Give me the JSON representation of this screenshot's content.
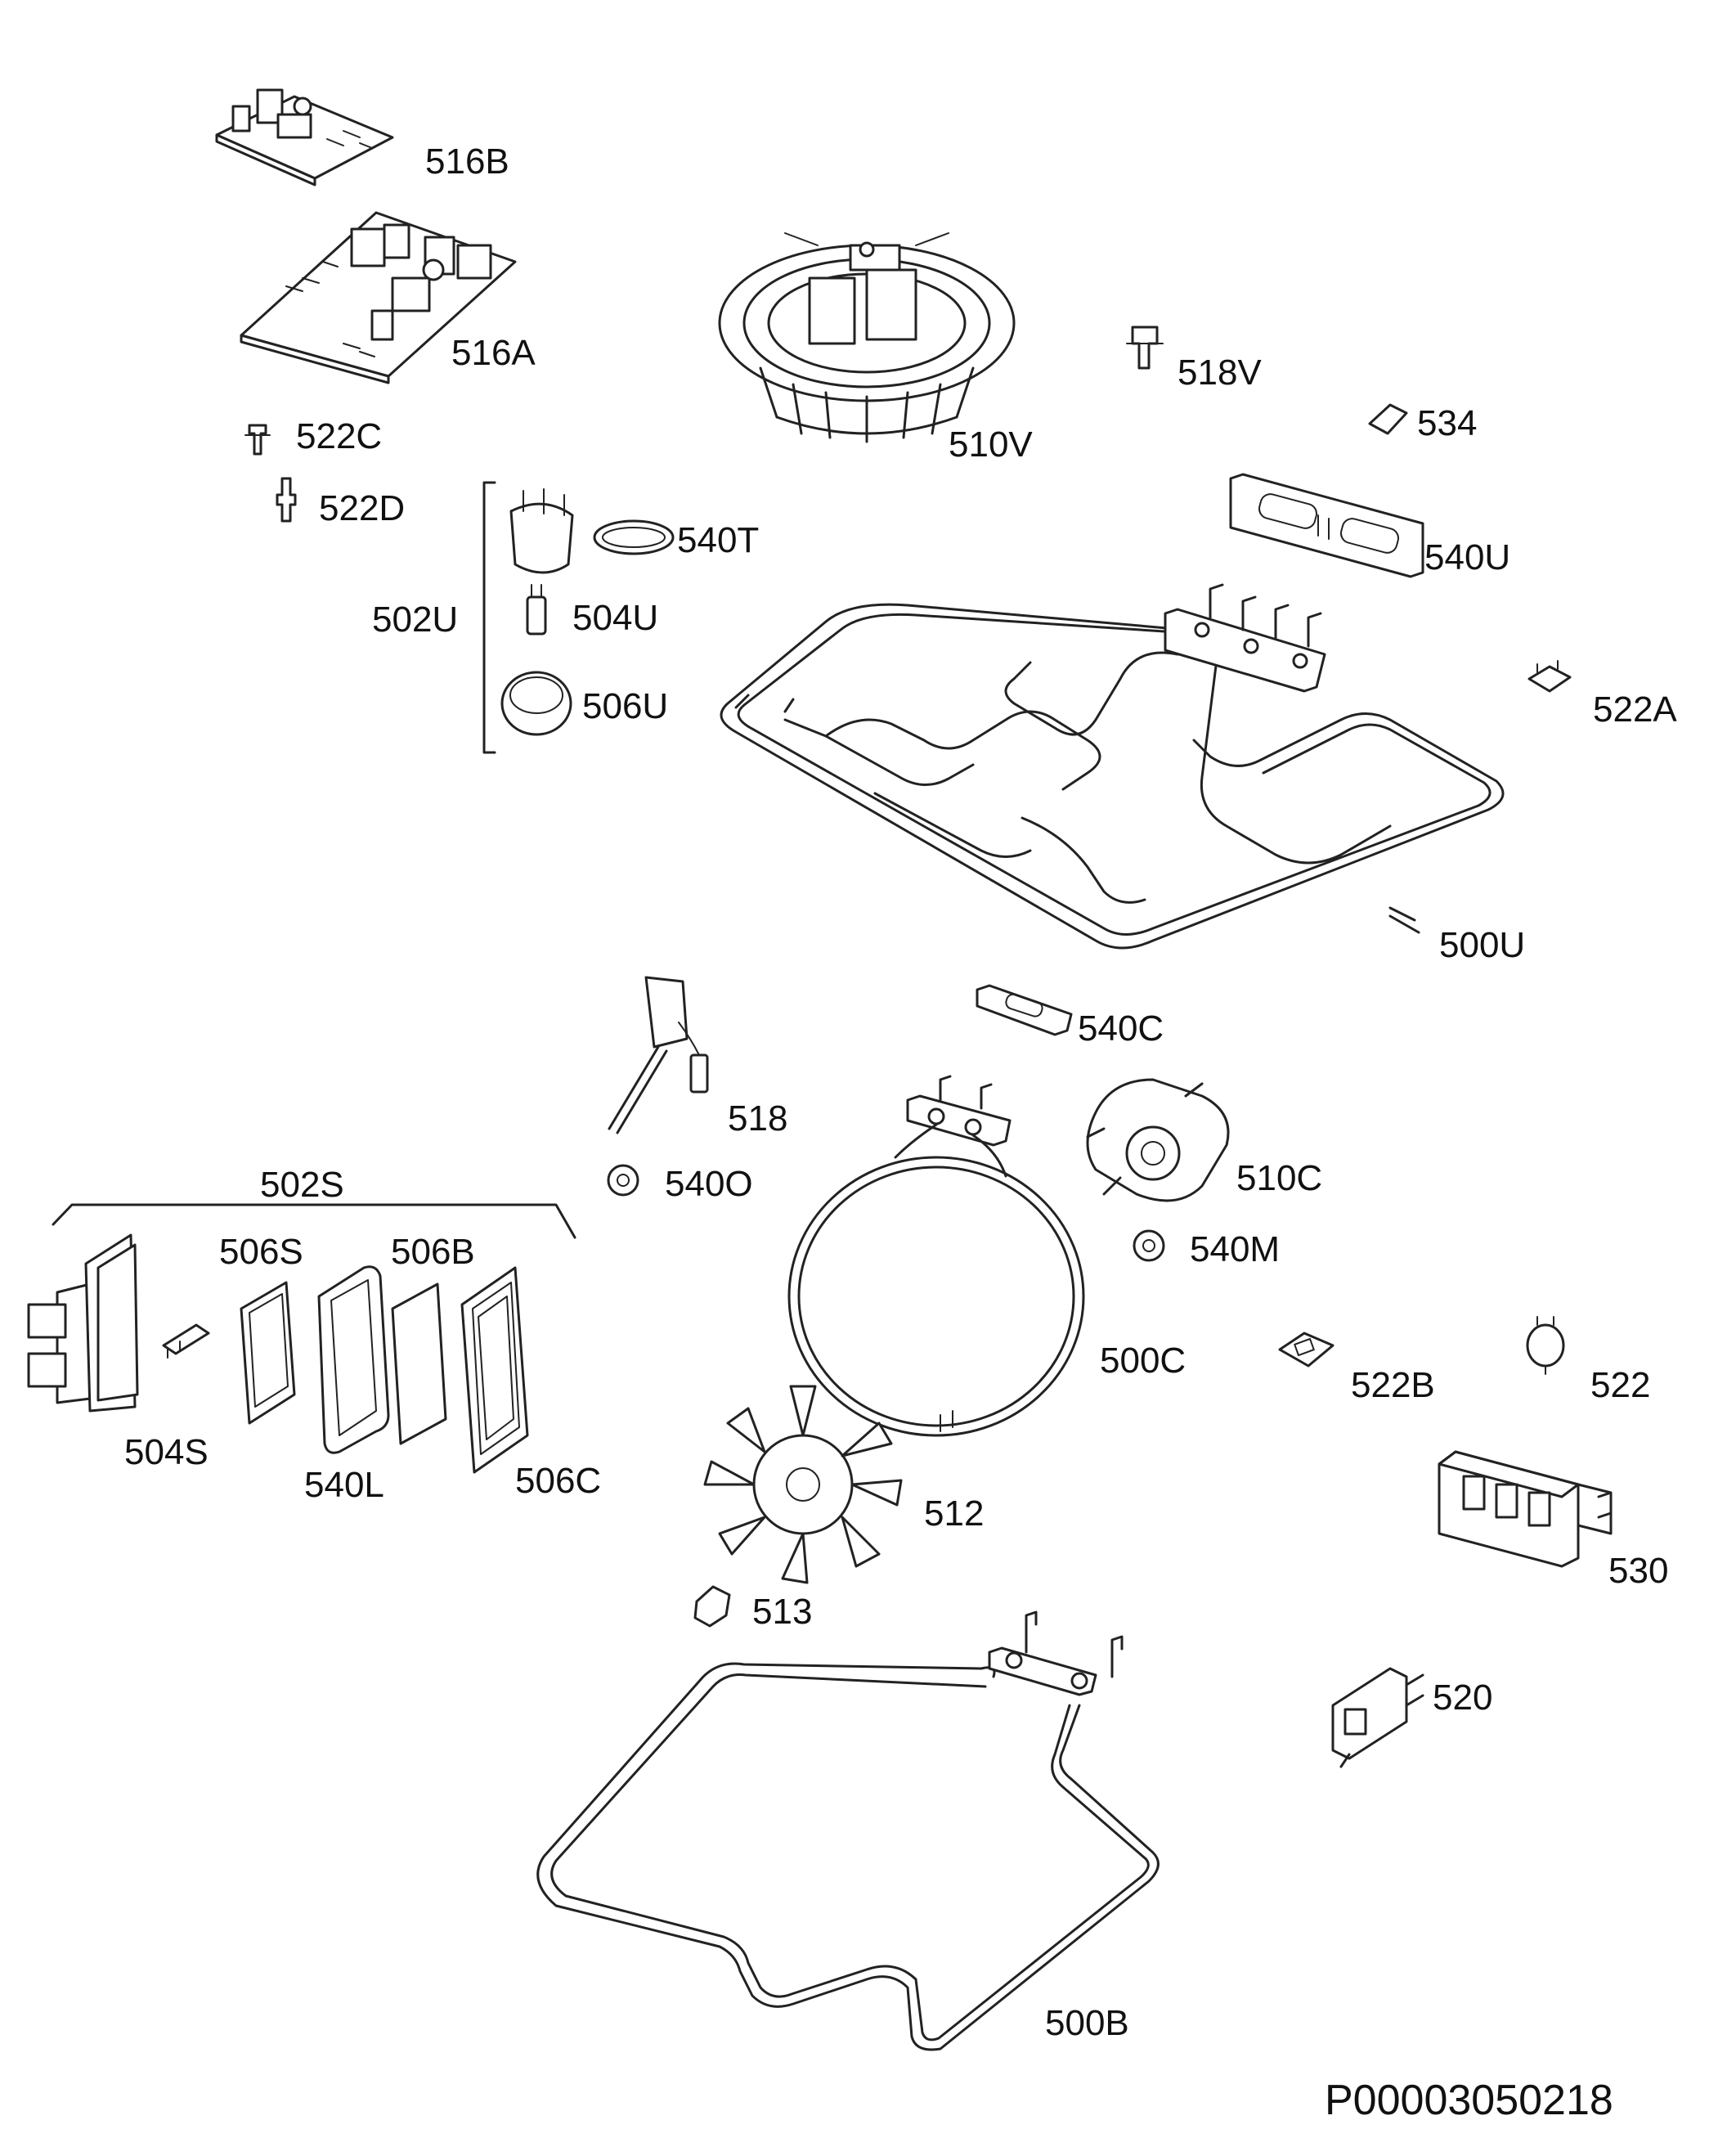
{
  "diagram": {
    "drawing_number": "P00003050218",
    "labels": {
      "p516B": "516B",
      "p516A": "516A",
      "p510V": "510V",
      "p518V": "518V",
      "p534": "534",
      "p522C": "522C",
      "p522D": "522D",
      "p540T": "540T",
      "p502U": "502U",
      "p504U": "504U",
      "p506U": "506U",
      "p540U": "540U",
      "p522A": "522A",
      "p500U": "500U",
      "p540C": "540C",
      "p518": "518",
      "p510C": "510C",
      "p540O": "540O",
      "p540M": "540M",
      "p502S": "502S",
      "p506S": "506S",
      "p506B": "506B",
      "p500C": "500C",
      "p522B": "522B",
      "p522": "522",
      "p504S": "504S",
      "p540L": "540L",
      "p506C": "506C",
      "p512": "512",
      "p530": "530",
      "p513": "513",
      "p520": "520",
      "p500B": "500B"
    }
  }
}
